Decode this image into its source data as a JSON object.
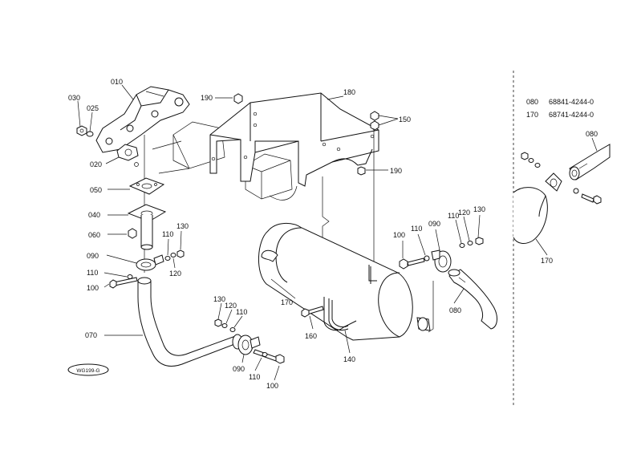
{
  "diagram": {
    "callouts": {
      "c010": "010",
      "c030": "030",
      "c025": "025",
      "c020": "020",
      "c050": "050",
      "c040": "040",
      "c060": "060",
      "c110a": "110",
      "c130a": "130",
      "c120a": "120",
      "c090a": "090",
      "c110b": "110",
      "c100a": "100",
      "c070": "070",
      "c190a": "190",
      "c180": "180",
      "c150": "150",
      "c190b": "190",
      "c100b": "100",
      "c110c": "110",
      "c090b": "090",
      "c110d": "110",
      "c120b": "120",
      "c130b": "130",
      "c080a": "080",
      "c130c": "130",
      "c120c": "120",
      "c110e": "110",
      "c170a": "170",
      "c160": "160",
      "c140": "140",
      "c090c": "090",
      "c110f": "110",
      "c100c": "100",
      "c080b": "080",
      "c170b": "170"
    },
    "reference_badge": "WG199-G"
  },
  "parts_list": [
    {
      "ref": "080",
      "part_no": "68841-4244-0"
    },
    {
      "ref": "170",
      "part_no": "68741-4244-0"
    }
  ]
}
